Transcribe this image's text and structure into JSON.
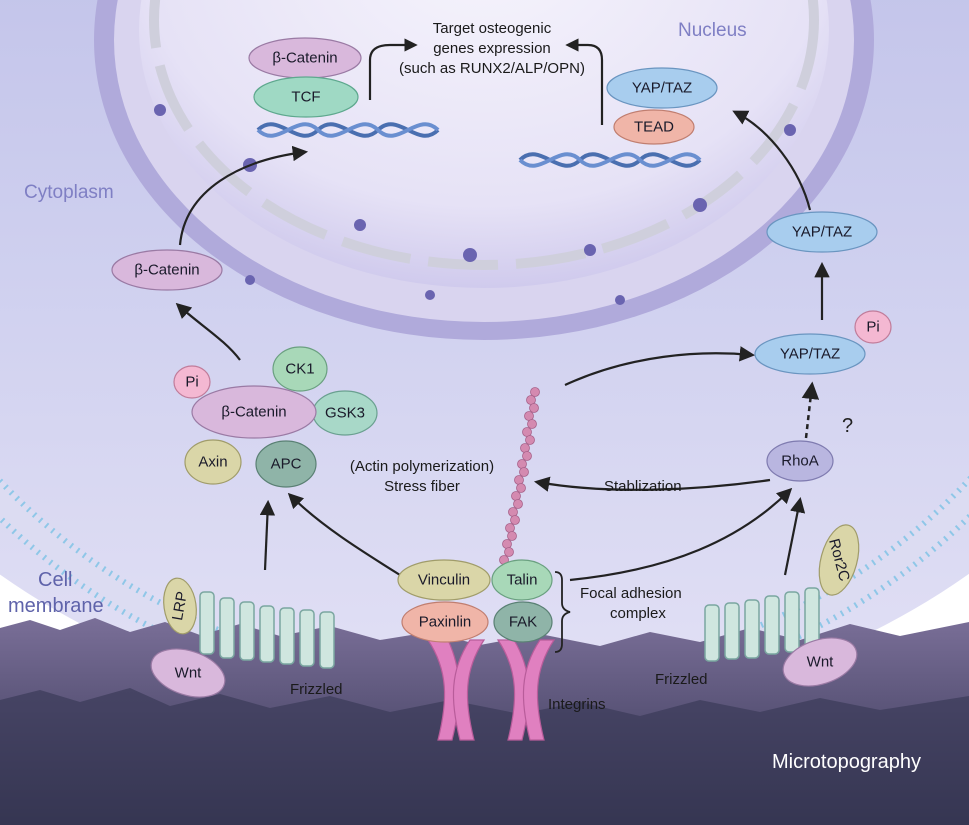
{
  "regions": {
    "nucleus": "Nucleus",
    "cytoplasm": "Cytoplasm",
    "cell_membrane_line1": "Cell",
    "cell_membrane_line2": "membrane",
    "microtopography": "Microtopography"
  },
  "target_genes": {
    "line1": "Target osteogenic",
    "line2": "genes expression",
    "line3": "(such as RUNX2/ALP/OPN)"
  },
  "wnt_beta_catenin_pathway": {
    "nuclear_beta_catenin": "β-Catenin",
    "tcf": "TCF",
    "cytoplasmic_beta_catenin": "β-Catenin",
    "complex_beta_catenin": "β-Catenin",
    "pi": "Pi",
    "ck1": "CK1",
    "gsk3": "GSK3",
    "axin": "Axin",
    "apc": "APC",
    "lrp": "LRP",
    "wnt": "Wnt",
    "frizzled": "Frizzled"
  },
  "hippo_yap_pathway": {
    "nuclear_yap_taz": "YAP/TAZ",
    "tead": "TEAD",
    "cytoplasmic_yap_taz": "YAP/TAZ",
    "phospho_yap_taz": "YAP/TAZ",
    "pi": "Pi",
    "question_mark": "?",
    "rhoa": "RhoA",
    "ror2c": "Ror2C",
    "wnt": "Wnt",
    "frizzled": "Frizzled"
  },
  "focal_adhesion": {
    "vinculin": "Vinculin",
    "talin": "Talin",
    "paxinlin": "Paxinlin",
    "fak": "FAK",
    "complex_label_line1": "Focal adhesion",
    "complex_label_line2": "complex",
    "integrins": "Integrins"
  },
  "stress_fiber": {
    "line1": "(Actin polymerization)",
    "line2": "Stress fiber",
    "stabilization": "Stablization"
  },
  "colors": {
    "cytoplasm": "#c9c9ec",
    "nucleus": "#e6e2f6",
    "substrate_top": "#6e6690",
    "substrate_bottom": "#2e2e48",
    "purple_node": "#d9b8dc",
    "teal_node": "#9fd9c4",
    "blue_node": "#a8cdee",
    "salmon_node": "#f0b5a8",
    "pink_node": "#f4b8d2",
    "olive_node": "#dad6a8",
    "fiber": "#d48ab0"
  }
}
